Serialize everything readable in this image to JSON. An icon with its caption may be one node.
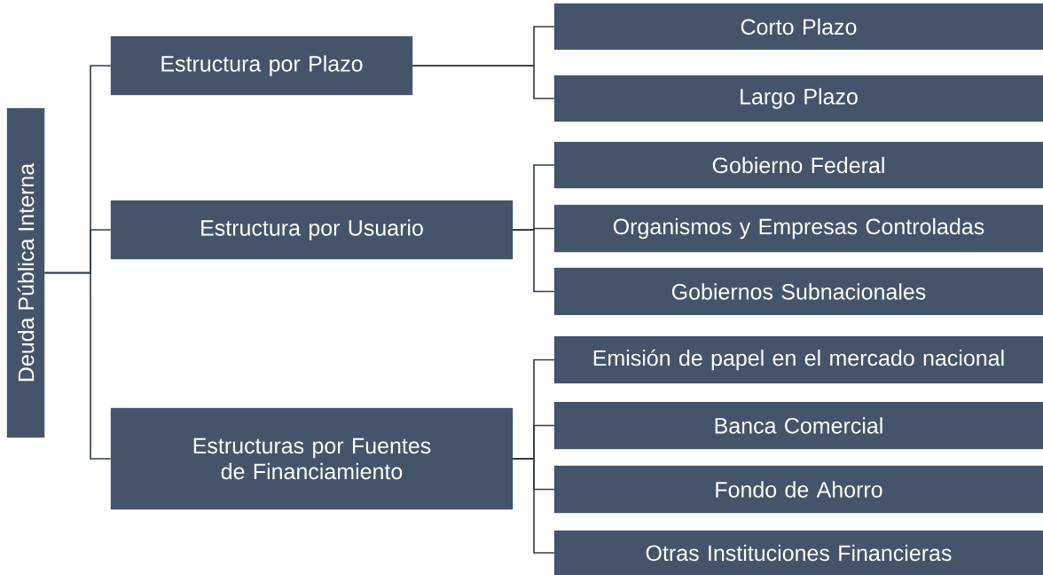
{
  "diagram": {
    "nodes": [
      {
        "text": [
          "Deuda Pública Interna"
        ]
      },
      {
        "text": [
          "Estructura por Plazo"
        ]
      },
      {
        "text": [
          "Estructura por Usuario"
        ]
      },
      {
        "text": [
          "Estructuras por Fuentes de Financiamiento"
        ]
      },
      {
        "text": [
          "Corto Plazo"
        ]
      },
      {
        "text": [
          "Largo Plazo"
        ]
      },
      {
        "text": [
          "Gobierno Federal"
        ]
      },
      {
        "text": [
          "Organismos y Empresas Controladas"
        ]
      },
      {
        "text": [
          "Gobiernos Subnacionales"
        ]
      },
      {
        "text": [
          "Emisión de papel en el mercado nacional"
        ]
      },
      {
        "text": [
          "Banca Comercial"
        ]
      },
      {
        "text": [
          "Fondo de Ahorro"
        ]
      },
      {
        "text": [
          "Otras Instituciones Financieras"
        ]
      }
    ],
    "edges": [
      {
        "from": 0,
        "to": 1,
        "arrow": "none"
      },
      {
        "from": 0,
        "to": 2,
        "arrow": "none"
      },
      {
        "from": 0,
        "to": 3,
        "arrow": "none"
      },
      {
        "from": 1,
        "to": 4,
        "arrow": "none"
      },
      {
        "from": 1,
        "to": 5,
        "arrow": "none"
      },
      {
        "from": 2,
        "to": 6,
        "arrow": "none"
      },
      {
        "from": 2,
        "to": 7,
        "arrow": "none"
      },
      {
        "from": 2,
        "to": 8,
        "arrow": "none"
      },
      {
        "from": 3,
        "to": 9,
        "arrow": "none"
      },
      {
        "from": 3,
        "to": 10,
        "arrow": "none"
      },
      {
        "from": 3,
        "to": 11,
        "arrow": "none"
      },
      {
        "from": 3,
        "to": 12,
        "arrow": "none"
      }
    ]
  }
}
